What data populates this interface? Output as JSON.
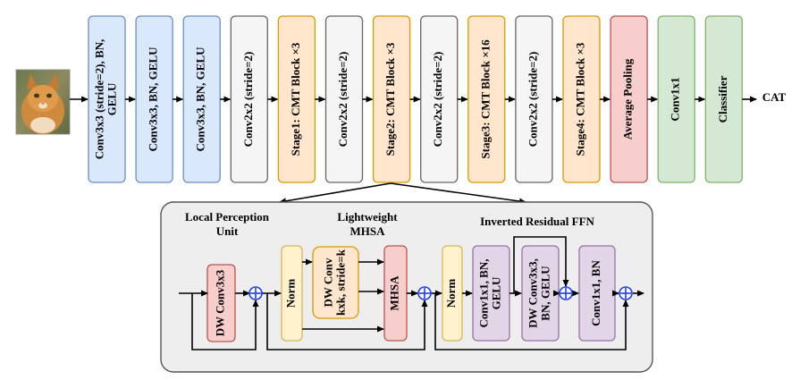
{
  "colors": {
    "blue": "#dae8fc",
    "blue_stroke": "#6c8ebf",
    "gray": "#f5f5f5",
    "gray_stroke": "#666666",
    "orange": "#ffe6cc",
    "orange_stroke": "#d79b00",
    "red": "#f8cecc",
    "red_stroke": "#b85450",
    "green": "#d5e8d4",
    "green_stroke": "#82b366",
    "yellow": "#fff2cc",
    "yellow_stroke": "#d6b656",
    "purple": "#e1d5e7",
    "purple_stroke": "#9673a6",
    "panel": "#eeeeee",
    "plus": "#1f3df0"
  },
  "input_image": {
    "icon": "cat-photo-icon"
  },
  "pipeline": [
    {
      "lines": [
        "Conv3x3 (stride=2), BN,",
        "GELU"
      ],
      "color": "blue"
    },
    {
      "lines": [
        "Conv3x3, BN, GELU"
      ],
      "color": "blue"
    },
    {
      "lines": [
        "Conv3x3, BN, GELU"
      ],
      "color": "blue"
    },
    {
      "lines": [
        "Conv2x2 (stride=2)"
      ],
      "color": "gray"
    },
    {
      "lines": [
        "Stage1: CMT Block ×3"
      ],
      "color": "orange"
    },
    {
      "lines": [
        "Conv2x2 (stride=2)"
      ],
      "color": "gray"
    },
    {
      "lines": [
        "Stage2: CMT Block ×3"
      ],
      "color": "orange"
    },
    {
      "lines": [
        "Conv2x2 (stride=2)"
      ],
      "color": "gray"
    },
    {
      "lines": [
        "Stage3: CMT Block ×16"
      ],
      "color": "orange"
    },
    {
      "lines": [
        "Conv2x2 (stride=2)"
      ],
      "color": "gray"
    },
    {
      "lines": [
        "Stage4: CMT Block ×3"
      ],
      "color": "orange"
    },
    {
      "lines": [
        "Average Pooling"
      ],
      "color": "red"
    },
    {
      "lines": [
        "Conv1x1"
      ],
      "color": "green"
    },
    {
      "lines": [
        "Classifier"
      ],
      "color": "green"
    }
  ],
  "output_label": "CAT",
  "detail": {
    "section_titles": {
      "lpu": [
        "Local Perception",
        "Unit"
      ],
      "mhsa": [
        "Lightweight",
        "MHSA"
      ],
      "irffn": [
        "Inverted Residual FFN"
      ]
    },
    "blocks": {
      "dw_conv3x3": {
        "lines": [
          "DW Conv3x3"
        ],
        "color": "red"
      },
      "norm1": {
        "lines": [
          "Norm"
        ],
        "color": "yellow"
      },
      "dw_conv_kxk": {
        "lines": [
          "DW Conv",
          "kxk, stride=k"
        ],
        "color": "orange"
      },
      "mhsa": {
        "lines": [
          "MHSA"
        ],
        "color": "red"
      },
      "norm2": {
        "lines": [
          "Norm"
        ],
        "color": "yellow"
      },
      "conv1x1_bn_gelu": {
        "lines": [
          "Conv1x1, BN,",
          "GELU"
        ],
        "color": "purple"
      },
      "dw_conv3x3_bn_gelu": {
        "lines": [
          "DW Conv3x3,",
          "BN, GELU"
        ],
        "color": "purple"
      },
      "conv1x1_bn": {
        "lines": [
          "Conv1x1, BN"
        ],
        "color": "purple"
      }
    }
  }
}
